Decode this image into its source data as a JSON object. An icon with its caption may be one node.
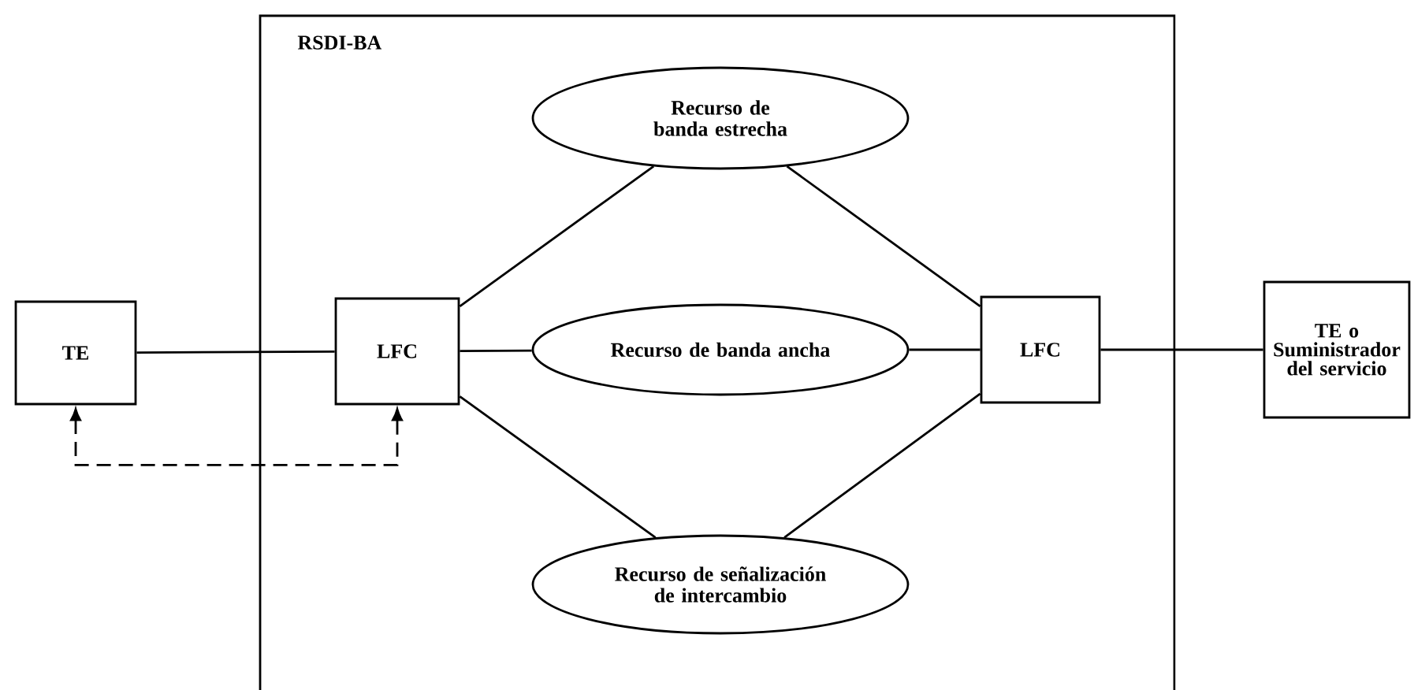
{
  "diagram": {
    "nodes": [
      {
        "text": [
          "RSDI-BA"
        ]
      },
      {
        "text": [
          "TE"
        ]
      },
      {
        "text": [
          "LFC"
        ],
        "in": 0
      },
      {
        "text": [
          "Recurso de banda estrecha"
        ],
        "in": 0
      },
      {
        "text": [
          "Recurso de banda ancha"
        ],
        "in": 0
      },
      {
        "text": [
          "Recurso de señalización de intercambio"
        ],
        "in": 0
      },
      {
        "text": [
          "LFC"
        ],
        "in": 0
      },
      {
        "text": [
          "TE o Suministrador del servicio"
        ]
      }
    ],
    "edges": [
      {
        "from": 1,
        "to": 2,
        "arrow": "none"
      },
      {
        "from": 2,
        "to": 3,
        "arrow": "none"
      },
      {
        "from": 2,
        "to": 4,
        "arrow": "none"
      },
      {
        "from": 2,
        "to": 5,
        "arrow": "none"
      },
      {
        "from": 3,
        "to": 6,
        "arrow": "none"
      },
      {
        "from": 4,
        "to": 6,
        "arrow": "none"
      },
      {
        "from": 5,
        "to": 6,
        "arrow": "none"
      },
      {
        "from": 6,
        "to": 7,
        "arrow": "none"
      },
      {
        "from": 1,
        "to": 2,
        "arrow": "both",
        "style": "dashed"
      }
    ]
  }
}
